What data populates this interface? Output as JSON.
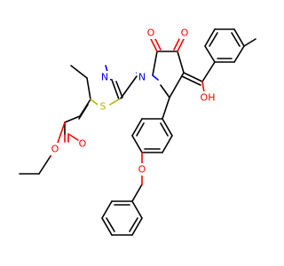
{
  "colors": {
    "background": "#ffffff",
    "carbon_bond": "#000000",
    "oxygen": "#ff0000",
    "nitrogen": "#0000ff",
    "sulfur": "#b2b200"
  },
  "atoms": {
    "o_dione_left": "O",
    "o_dione_right": "O",
    "o_hydroxyl": "OH",
    "n_pyrrolidine": "N",
    "n_thiazole": "N",
    "s_thiazole": "S",
    "o_ester_carbonyl": "O",
    "o_ester_ether": "O",
    "o_benzyl_ether": "O"
  }
}
